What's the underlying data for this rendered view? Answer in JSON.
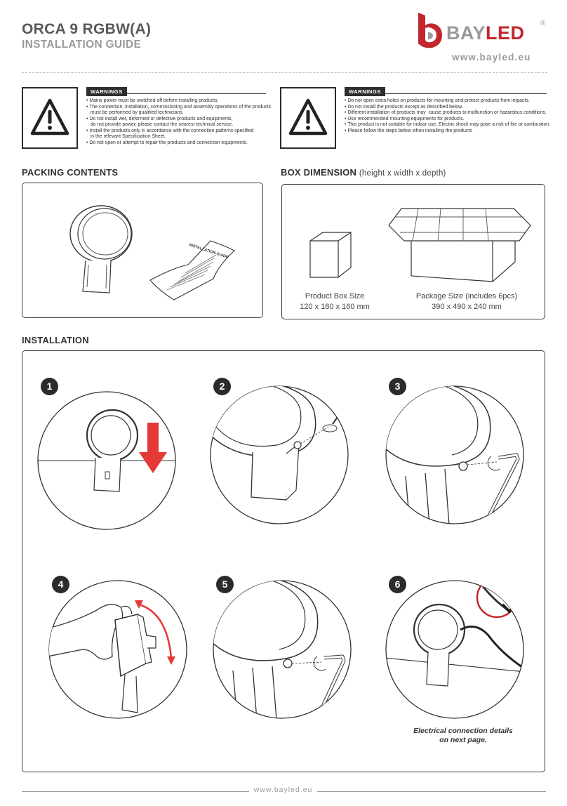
{
  "header": {
    "title": "ORCA 9 RGBW(A)",
    "subtitle": "INSTALLATION GUIDE"
  },
  "brand": {
    "name_prefix": "BAY",
    "name_suffix": "LED",
    "registered": "®",
    "url": "www.bayled.eu",
    "accent_color": "#c1272d",
    "gray_color": "#9a9a9a"
  },
  "warnings_left": {
    "tag": "WARNINGS",
    "icon": "warning-triangle-icon",
    "items": [
      "• Mains power must be switched off before installing products.",
      "• The connection, installation, commissioning and assembly operations of the products",
      "   must be performed by qualified technicians.",
      "• Do not install wet, deformed or defective products and equipments,",
      "   do not provide power, please contact the nearest technical service.",
      "• Install the products only in accordance with the connection patterns specified",
      "   in the relevant Specificiation Sheet.",
      "• Do not open or attempt to repair the products and connection equipments."
    ]
  },
  "warnings_right": {
    "tag": "WARNINGS",
    "icon": "warning-triangle-icon",
    "items": [
      "• Do not open extra holes on products for mounting and protect products from impacts.",
      "• Do not install the products except as described below.",
      "• Different installation of products may  cause products to malfunction or hazardous conditions.",
      "• Use recommended mounting equipments for products.",
      "• This product is not suitable for indoor use. Electric shock may pose a risk of fire or combustion.",
      "• Please follow the steps below when installing the products"
    ]
  },
  "packing": {
    "title": "PACKING CONTENTS",
    "guide_label": "INSTALLATION GUIDE"
  },
  "box_dimension": {
    "title": "BOX DIMENSION",
    "subtitle": "(height x width x depth)",
    "product_box_label": "Product Box Size",
    "product_box_value": "120 x 180 x 160 mm",
    "package_label": "Package Size (includes 6pcs)",
    "package_value": "390 x 490 x 240 mm"
  },
  "installation": {
    "title": "INSTALLATION",
    "steps": [
      "1",
      "2",
      "3",
      "4",
      "5",
      "6"
    ],
    "note_line1": "Electrical connection details",
    "note_line2": "on next page."
  },
  "footer": {
    "url": "www.bayled.eu"
  }
}
